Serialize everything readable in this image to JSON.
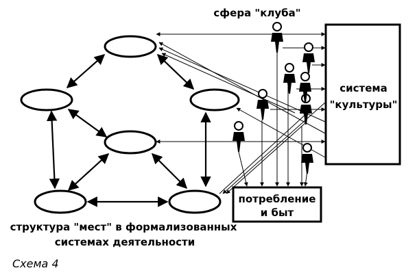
{
  "labels": {
    "club_sphere": "сфера \"клуба\"",
    "culture_line1": "система",
    "culture_line2": "\"культуры\"",
    "consumption_line1": "потребление",
    "consumption_line2": "и быт",
    "places_line1": "структура \"мест\" в формализованных",
    "places_line2": "системах деятельности",
    "caption": "Схема 4"
  },
  "nodes": [
    {
      "id": "top"
    },
    {
      "id": "left"
    },
    {
      "id": "right"
    },
    {
      "id": "center"
    },
    {
      "id": "bottom-left"
    },
    {
      "id": "bottom-right"
    }
  ],
  "edges": [
    [
      "top",
      "left"
    ],
    [
      "top",
      "right"
    ],
    [
      "left",
      "center"
    ],
    [
      "right",
      "bottom-right"
    ],
    [
      "left",
      "bottom-left"
    ],
    [
      "center",
      "bottom-left"
    ],
    [
      "center",
      "bottom-right"
    ],
    [
      "bottom-left",
      "bottom-right"
    ]
  ],
  "figures_count": 8
}
